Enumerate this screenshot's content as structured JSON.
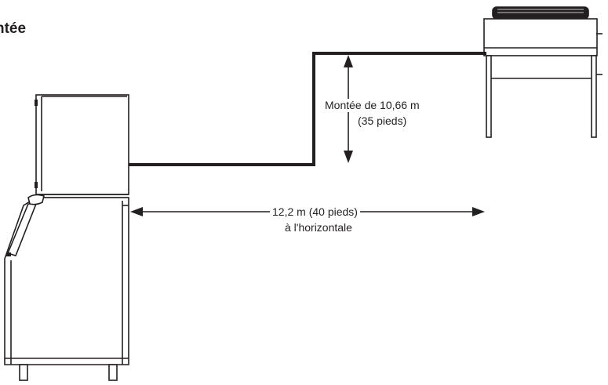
{
  "heading": "ntée",
  "labels": {
    "rise_line1": "Montée de 10,66 m",
    "rise_line2": "(35 pieds)",
    "run_line1": "12,2 m (40 pieds)",
    "run_line2": "à l'horizontale"
  },
  "colors": {
    "line": "#231f20",
    "fill": "#ffffff"
  }
}
